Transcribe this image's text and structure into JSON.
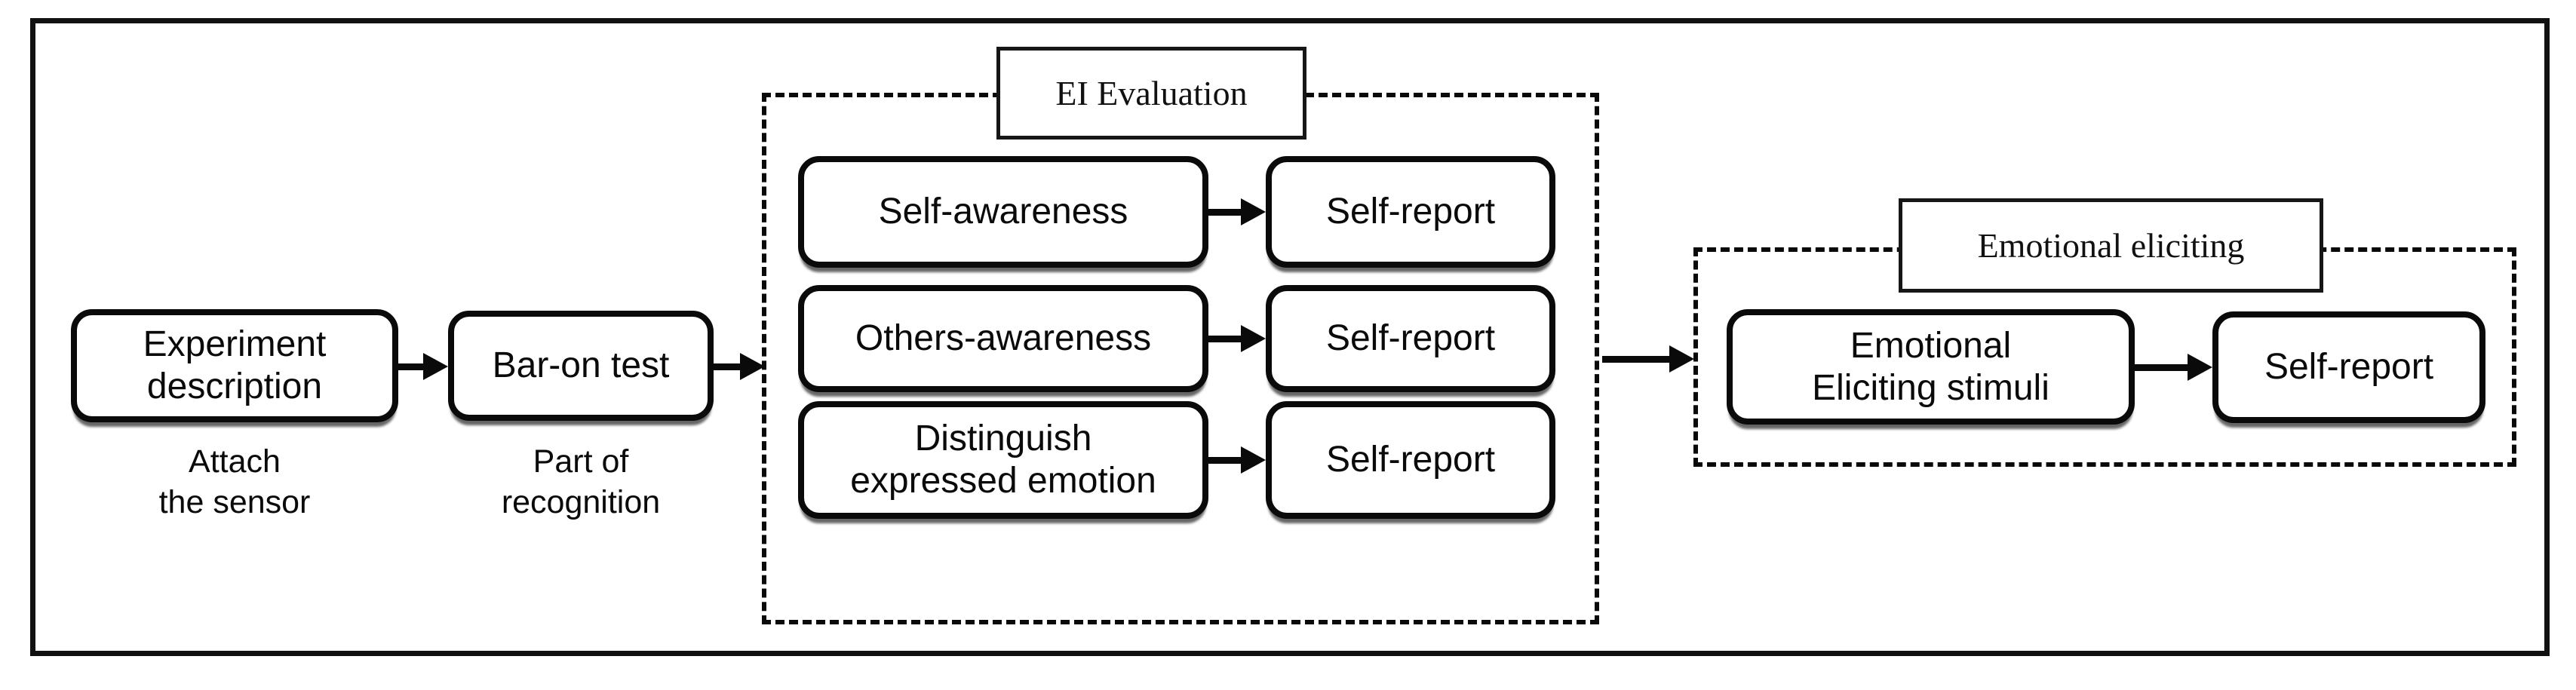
{
  "nodes": {
    "experiment": "Experiment\ndescription",
    "baron": "Bar-on test",
    "self_awareness": "Self-awareness",
    "self_report_1": "Self-report",
    "others_awareness": "Others-awareness",
    "self_report_2": "Self-report",
    "distinguish": "Distinguish\nexpressed emotion",
    "self_report_3": "Self-report",
    "emotional_stimuli": "Emotional\nEliciting stimuli",
    "self_report_4": "Self-report"
  },
  "captions": {
    "experiment": "Attach\nthe sensor",
    "baron": "Part of\nrecognition"
  },
  "groups": {
    "ei": "EI Evaluation",
    "emotional": "Emotional eliciting"
  },
  "colors": {
    "line": "#0a0a0a",
    "background": "#ffffff"
  }
}
